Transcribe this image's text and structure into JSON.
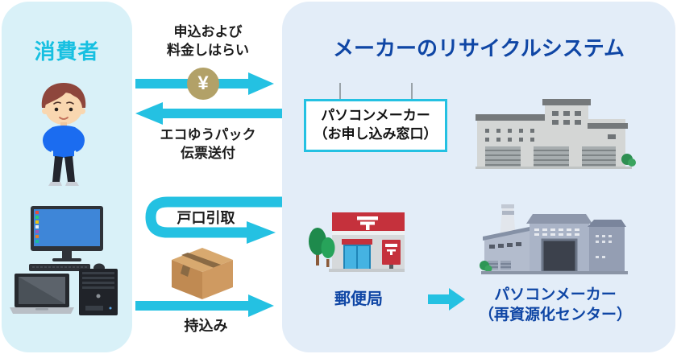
{
  "diagram": {
    "consumer": {
      "title": "消費者"
    },
    "flows": {
      "apply_line1": "申込および",
      "apply_line2": "料金しはらい",
      "coin_symbol": "¥",
      "eco_line1": "エコゆうパック",
      "eco_line2": "伝票送付",
      "door_pickup": "戸口引取",
      "carry_in": "持込み"
    },
    "maker": {
      "title": "メーカーのリサイクルシステム",
      "reception_sign_line1": "パソコンメーカー",
      "reception_sign_line2": "（お申し込み窓口）",
      "post_office_label": "郵便局",
      "recycle_center_line1": "パソコンメーカー",
      "recycle_center_line2": "（再資源化センター）"
    }
  },
  "icons": {
    "coin": "yen-coin-icon",
    "person": "consumer-person-illustration",
    "computers": "desktop-laptop-tower-illustration",
    "cardboard_box": "cardboard-box-icon",
    "reception_factory": "factory-building-illustration",
    "post_office": "post-office-building-illustration",
    "recycle_factory": "recycle-center-factory-illustration"
  },
  "colors": {
    "accent_cyan": "#24c1e2",
    "heading_blue": "#0f46a5",
    "consumer_panel_bg": "#d9f1f8",
    "maker_panel_bg": "#e3edf8",
    "coin_gold": "#b2a168",
    "post_office_red": "#c5313c",
    "label_black": "#1c1c1c"
  }
}
